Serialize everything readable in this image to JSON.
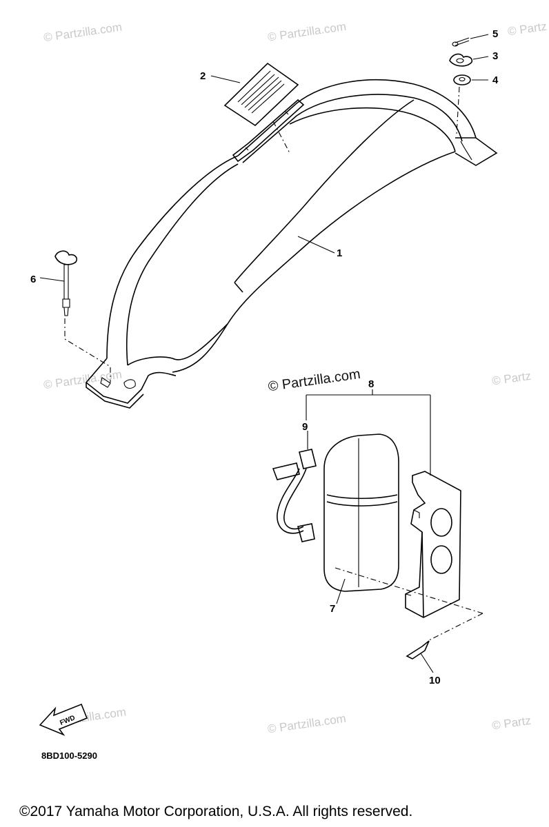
{
  "watermarks": [
    "© Partzilla.com",
    "© Partzilla.com",
    "© Partz",
    "© Partzilla.com",
    "© Partz",
    "© Partzilla.com",
    "rtzilla.com",
    "© Partzilla.com",
    "© Partz"
  ],
  "callouts": [
    "1",
    "2",
    "3",
    "4",
    "5",
    "6",
    "7",
    "8",
    "9",
    "10"
  ],
  "fwd_label": "FWD",
  "diagram_code": "8BD100-5290",
  "copyright": "©2017  Yamaha Motor Corporation, U.S.A. All rights reserved."
}
